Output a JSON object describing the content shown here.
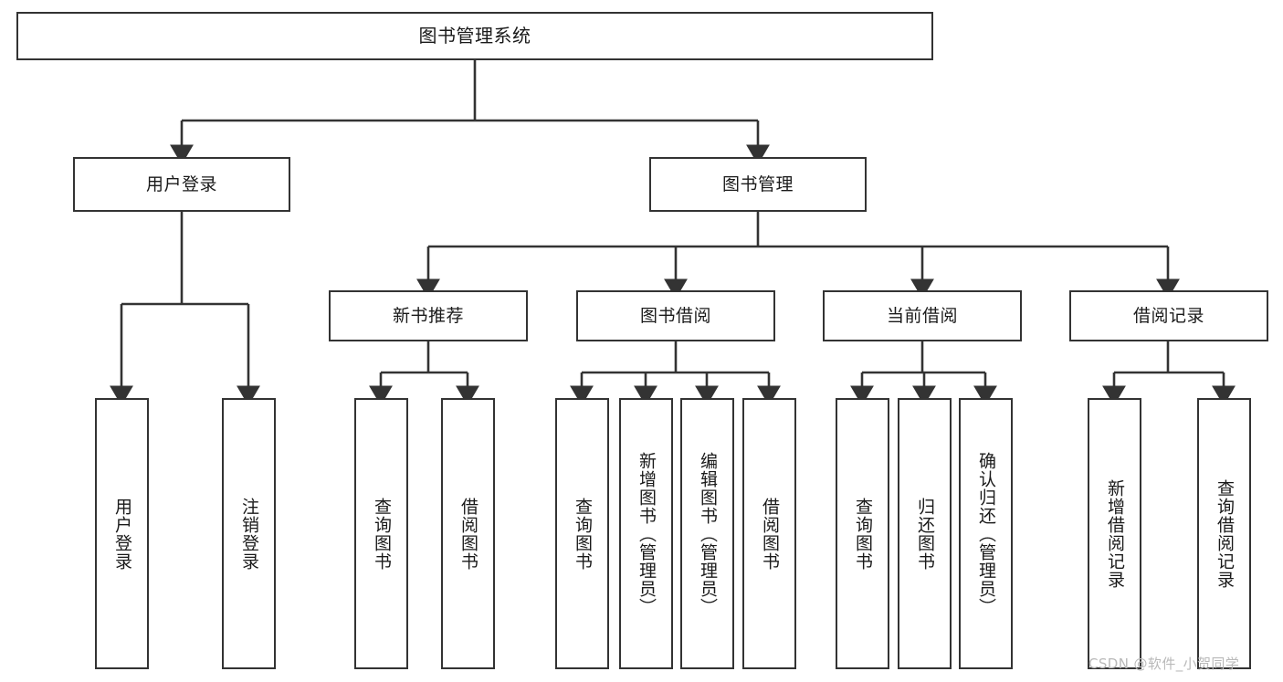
{
  "diagram": {
    "title": "图书管理系统",
    "type": "tree-hierarchy-diagram",
    "colors": {
      "node_border": "#333333",
      "node_fill": "#ffffff",
      "edge": "#333333",
      "text": "#1a1a1a",
      "watermark": "#b9b9b9",
      "background": "#ffffff"
    },
    "nodes": {
      "root": {
        "label": "图书管理系统",
        "level": 1,
        "orientation": "horizontal"
      },
      "level2": [
        {
          "label": "用户登录",
          "orientation": "horizontal"
        },
        {
          "label": "图书管理",
          "orientation": "horizontal"
        }
      ],
      "level3": [
        {
          "label": "新书推荐",
          "orientation": "horizontal",
          "parent": "图书管理"
        },
        {
          "label": "图书借阅",
          "orientation": "horizontal",
          "parent": "图书管理"
        },
        {
          "label": "当前借阅",
          "orientation": "horizontal",
          "parent": "图书管理"
        },
        {
          "label": "借阅记录",
          "orientation": "horizontal",
          "parent": "图书管理"
        }
      ],
      "leaves": {
        "user_login": [
          {
            "label": "用户登录",
            "orientation": "vertical"
          },
          {
            "label": "注销登录",
            "orientation": "vertical"
          }
        ],
        "new_book_recommend": [
          {
            "label": "查询图书",
            "orientation": "vertical"
          },
          {
            "label": "借阅图书",
            "orientation": "vertical"
          }
        ],
        "book_borrow": [
          {
            "label": "查询图书",
            "orientation": "vertical"
          },
          {
            "label": "新增图书（管理员）",
            "orientation": "vertical"
          },
          {
            "label": "编辑图书（管理员）",
            "orientation": "vertical"
          },
          {
            "label": "借阅图书",
            "orientation": "vertical"
          }
        ],
        "current_borrow": [
          {
            "label": "查询图书",
            "orientation": "vertical"
          },
          {
            "label": "归还图书",
            "orientation": "vertical"
          },
          {
            "label": "确认归还（管理员）",
            "orientation": "vertical"
          }
        ],
        "borrow_record": [
          {
            "label": "新增借阅记录",
            "orientation": "vertical"
          },
          {
            "label": "查询借阅记录",
            "orientation": "vertical"
          }
        ]
      }
    },
    "watermark": "CSDN @软件_小贺同学"
  }
}
